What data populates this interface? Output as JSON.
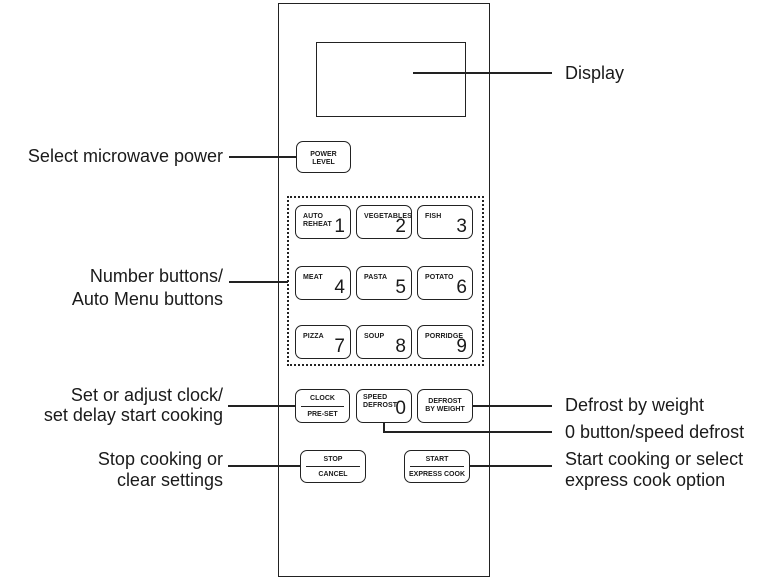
{
  "callouts": {
    "display": "Display",
    "power": "Select microwave power",
    "number_line1": "Number buttons/",
    "number_line2": "Auto Menu buttons",
    "clock_line1": "Set or adjust clock/",
    "clock_line2": "set delay start cooking",
    "defrost_weight": "Defrost by weight",
    "zero": "0 button/speed defrost",
    "stop_line1": "Stop cooking or",
    "stop_line2": "clear settings",
    "start_line1": "Start cooking or select",
    "start_line2": "express cook option"
  },
  "buttons": {
    "power_level": [
      "POWER",
      "LEVEL"
    ],
    "keypad": [
      {
        "name": [
          "AUTO",
          "REHEAT"
        ],
        "num": "1"
      },
      {
        "name": [
          "VEGETABLES"
        ],
        "num": "2"
      },
      {
        "name": [
          "FISH"
        ],
        "num": "3"
      },
      {
        "name": [
          "MEAT"
        ],
        "num": "4"
      },
      {
        "name": [
          "PASTA"
        ],
        "num": "5"
      },
      {
        "name": [
          "POTATO"
        ],
        "num": "6"
      },
      {
        "name": [
          "PIZZA"
        ],
        "num": "7"
      },
      {
        "name": [
          "SOUP"
        ],
        "num": "8"
      },
      {
        "name": [
          "PORRIDGE"
        ],
        "num": "9"
      }
    ],
    "clock_top": "CLOCK",
    "clock_bottom": "PRE-SET",
    "speed_defrost": [
      "SPEED",
      "DEFROST"
    ],
    "speed_defrost_num": "0",
    "defrost_weight": [
      "DEFROST",
      "BY WEIGHT"
    ],
    "stop_top": "STOP",
    "stop_bottom": "CANCEL",
    "start_top": "START",
    "start_bottom": "EXPRESS COOK"
  }
}
